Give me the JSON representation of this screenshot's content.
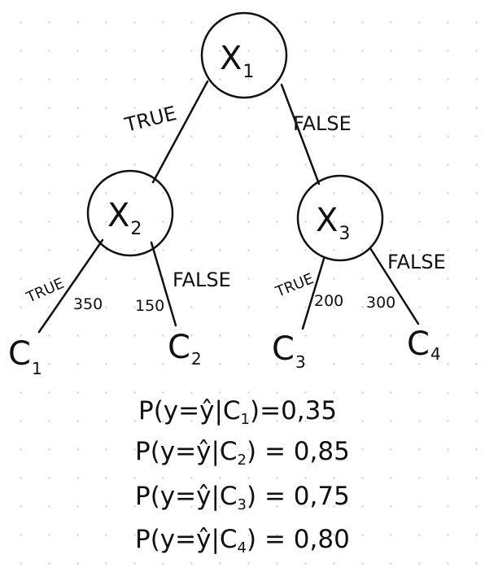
{
  "nodes": [
    {
      "id": "X1",
      "letter": "X",
      "sub": "1"
    },
    {
      "id": "X2",
      "letter": "X",
      "sub": "2"
    },
    {
      "id": "X3",
      "letter": "X",
      "sub": "3"
    }
  ],
  "leaves": [
    {
      "id": "C1",
      "letter": "C",
      "sub": "1"
    },
    {
      "id": "C2",
      "letter": "C",
      "sub": "2"
    },
    {
      "id": "C3",
      "letter": "C",
      "sub": "3"
    },
    {
      "id": "C4",
      "letter": "C",
      "sub": "4"
    }
  ],
  "edges": {
    "x1_x2": "TRUE",
    "x1_x3": "FALSE",
    "x2_c1": "TRUE",
    "x2_c2": "FALSE",
    "x3_c3": "TRUE",
    "x3_c4": "FALSE"
  },
  "counts": {
    "c1": "350",
    "c2": "150",
    "c3": "200",
    "c4": "300"
  },
  "probabilities": [
    {
      "prefix": "P(y=ŷ|C",
      "sub": "1",
      "suffix": ")=0,35"
    },
    {
      "prefix": "P(y=ŷ|C",
      "sub": "2",
      "suffix": ") = 0,85"
    },
    {
      "prefix": "P(y=ŷ|C",
      "sub": "3",
      "suffix": ") = 0,75"
    },
    {
      "prefix": "P(y=ŷ|C",
      "sub": "4",
      "suffix": ") = 0,80"
    }
  ]
}
